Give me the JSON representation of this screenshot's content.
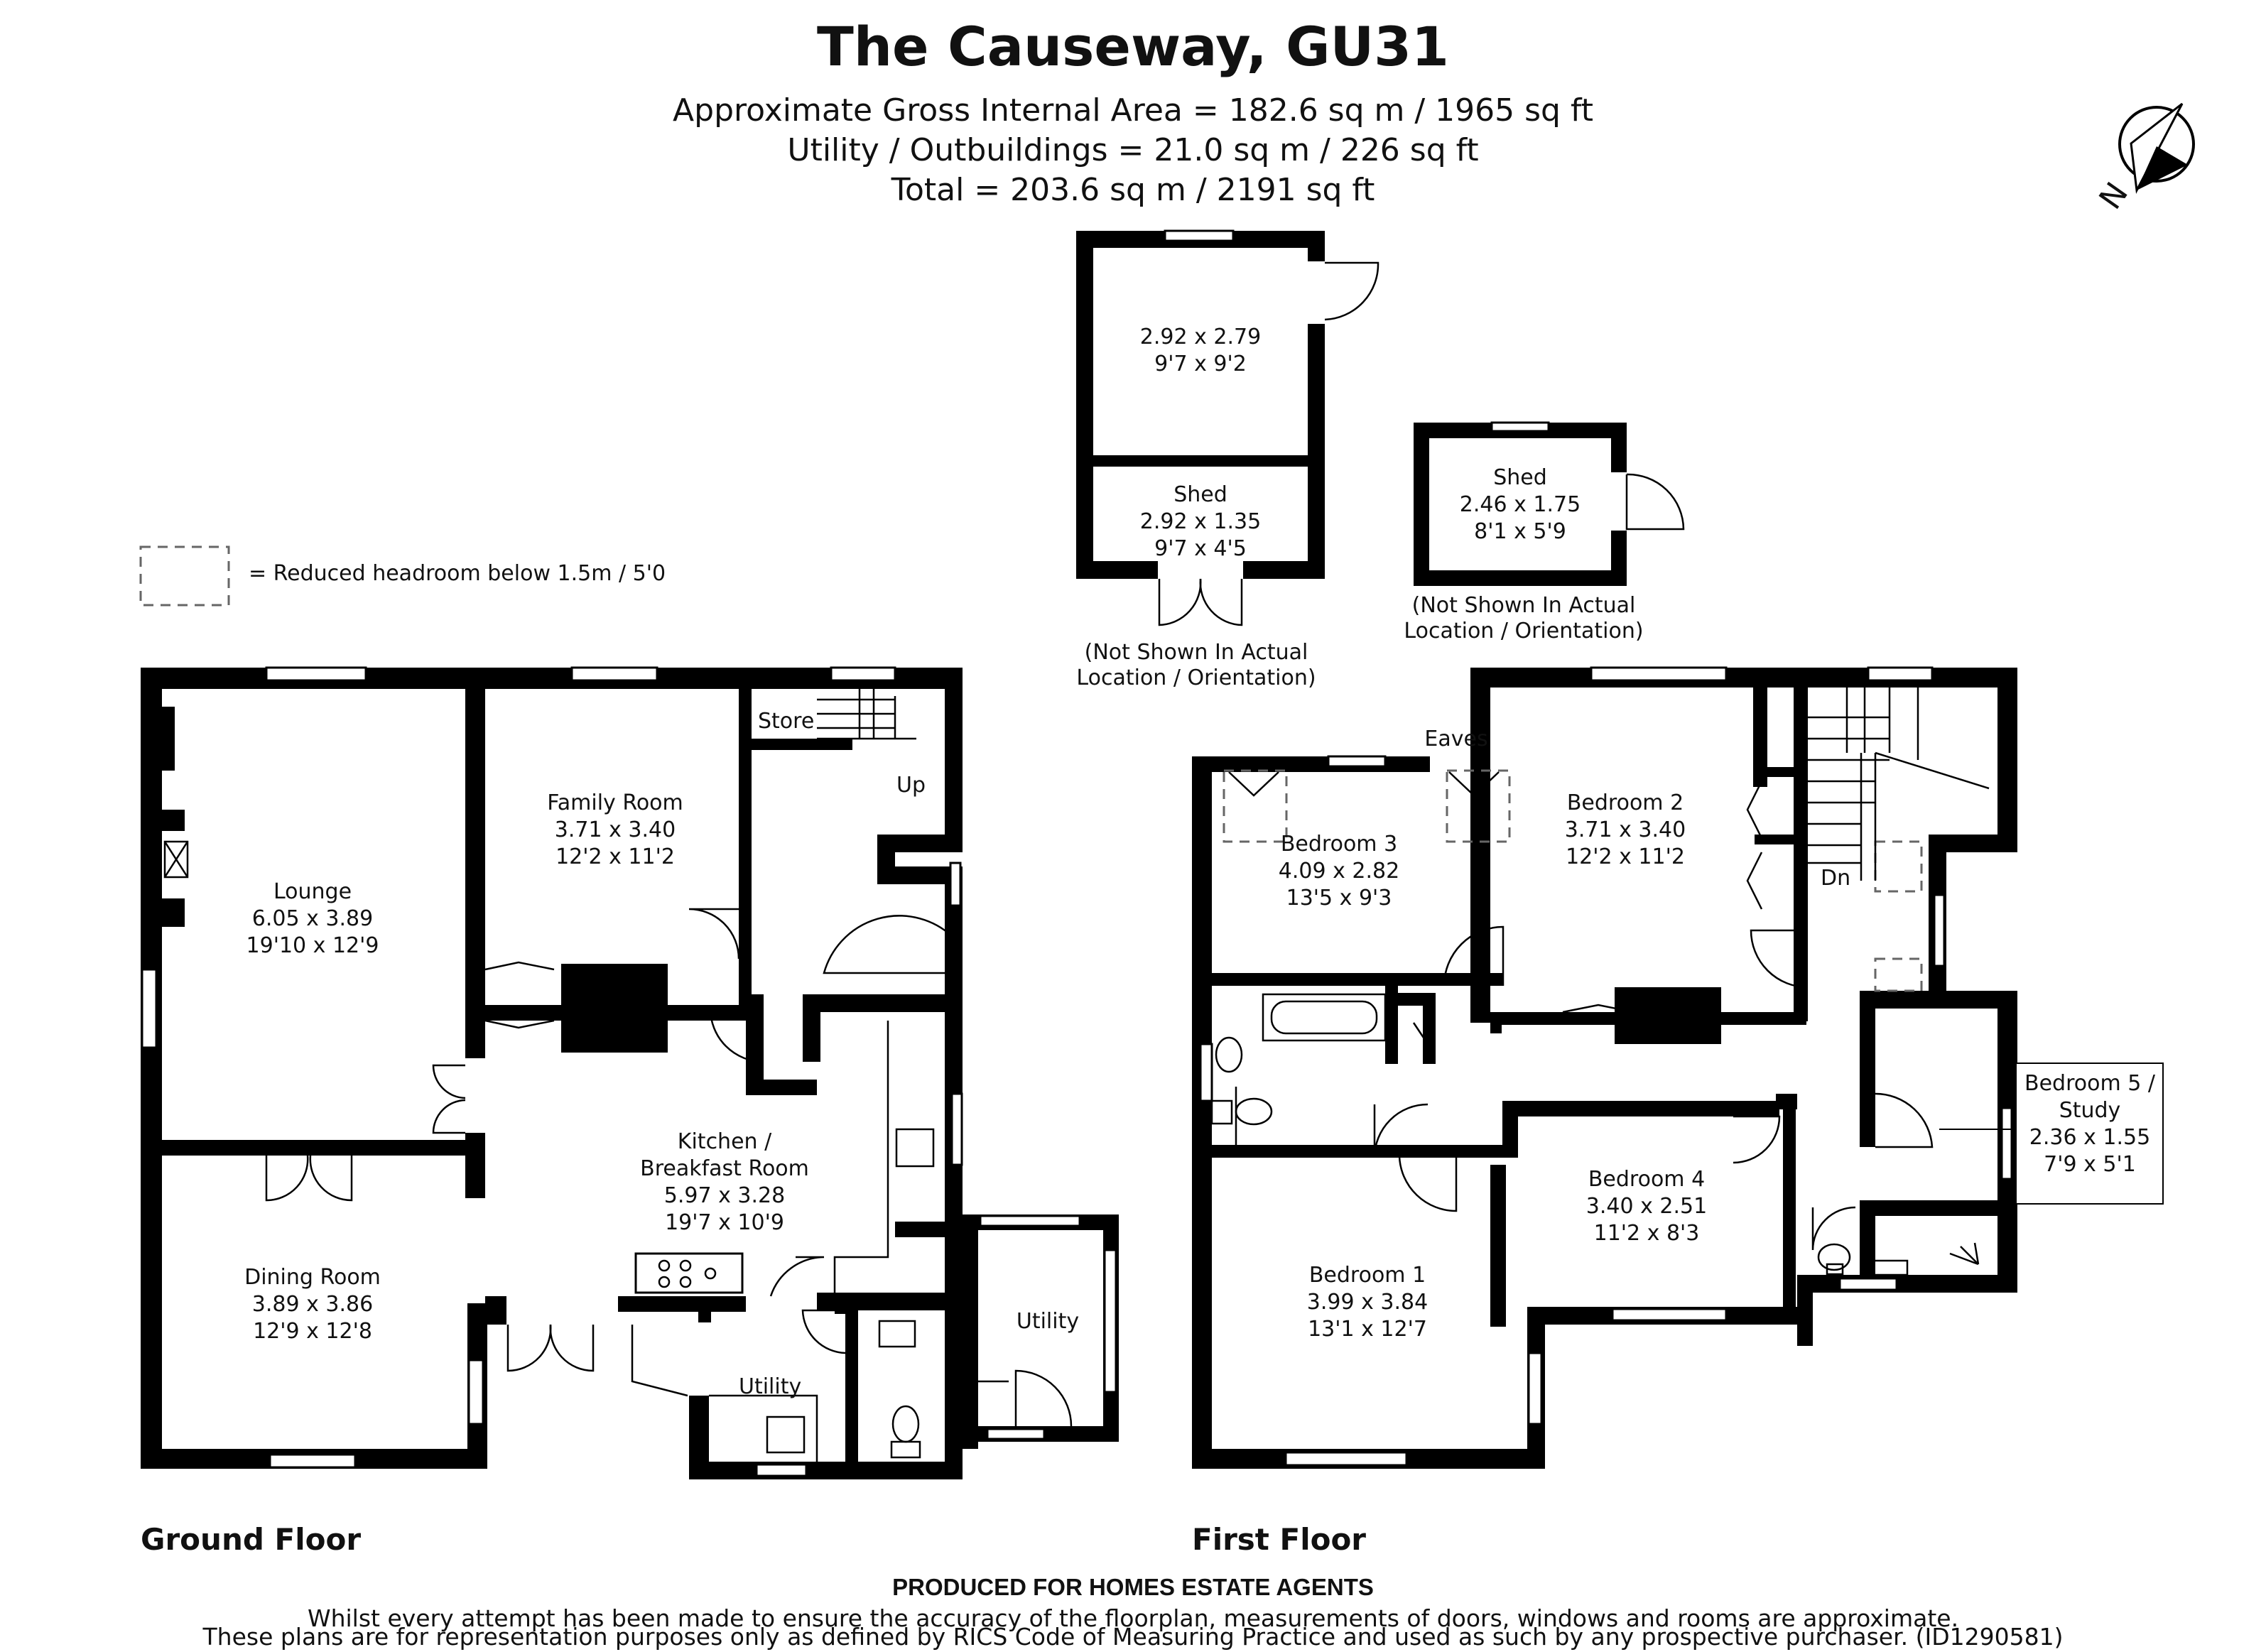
{
  "header": {
    "title": "The Causeway, GU31",
    "area_lines": [
      "Approximate Gross Internal Area = 182.6 sq m / 1965 sq ft",
      "Utility / Outbuildings = 21.0 sq m / 226 sq ft",
      "Total = 203.6 sq m / 2191 sq ft"
    ]
  },
  "compass": {
    "north_label": "N"
  },
  "legend": {
    "text": "= Reduced headroom below 1.5m / 5'0"
  },
  "outbuildings": {
    "shed_a_upper": {
      "dims_m": "2.92 x 2.79",
      "dims_ft": "9'7 x 9'2"
    },
    "shed_a_lower": {
      "name": "Shed",
      "dims_m": "2.92 x 1.35",
      "dims_ft": "9'7 x 4'5"
    },
    "shed_a_note": [
      "(Not Shown In Actual",
      "Location / Orientation)"
    ],
    "shed_b": {
      "name": "Shed",
      "dims_m": "2.46 x 1.75",
      "dims_ft": "8'1 x 5'9"
    },
    "shed_b_note": [
      "(Not Shown In Actual",
      "Location / Orientation)"
    ]
  },
  "ground_floor": {
    "label": "Ground Floor",
    "rooms": {
      "lounge": {
        "name": "Lounge",
        "dims_m": "6.05 x 3.89",
        "dims_ft": "19'10 x 12'9"
      },
      "family": {
        "name": "Family Room",
        "dims_m": "3.71 x 3.40",
        "dims_ft": "12'2 x 11'2"
      },
      "dining": {
        "name": "Dining Room",
        "dims_m": "3.89 x 3.86",
        "dims_ft": "12'9 x 12'8"
      },
      "kitchen": {
        "name_1": "Kitchen /",
        "name_2": "Breakfast Room",
        "dims_m": "5.97 x 3.28",
        "dims_ft": "19'7 x 10'9"
      }
    },
    "labels": {
      "store": "Store",
      "up": "Up",
      "utility_inner": "Utility",
      "utility_outer": "Utility"
    }
  },
  "first_floor": {
    "label": "First Floor",
    "rooms": {
      "bedroom1": {
        "name": "Bedroom 1",
        "dims_m": "3.99 x 3.84",
        "dims_ft": "13'1 x 12'7"
      },
      "bedroom2": {
        "name": "Bedroom 2",
        "dims_m": "3.71 x 3.40",
        "dims_ft": "12'2 x 11'2"
      },
      "bedroom3": {
        "name": "Bedroom 3",
        "dims_m": "4.09 x 2.82",
        "dims_ft": "13'5 x 9'3"
      },
      "bedroom4": {
        "name": "Bedroom 4",
        "dims_m": "3.40 x 2.51",
        "dims_ft": "11'2 x 8'3"
      },
      "bedroom5": {
        "name_1": "Bedroom 5 /",
        "name_2": "Study",
        "dims_m": "2.36 x 1.55",
        "dims_ft": "7'9 x 5'1"
      }
    },
    "labels": {
      "eaves": "Eaves",
      "down": "Dn"
    }
  },
  "footer": {
    "produced_for": "PRODUCED FOR HOMES ESTATE AGENTS",
    "disclaimer_1": "Whilst every attempt has been made to ensure the accuracy of the floorplan, measurements of doors, windows and rooms are approximate.",
    "disclaimer_2": "These plans are for representation purposes only as defined by RICS Code of Measuring Practice and used as such by any prospective purchaser. (ID1290581)"
  },
  "colors": {
    "wall": "#000000",
    "text": "#111111",
    "dash": "#666666",
    "background": "#ffffff"
  }
}
